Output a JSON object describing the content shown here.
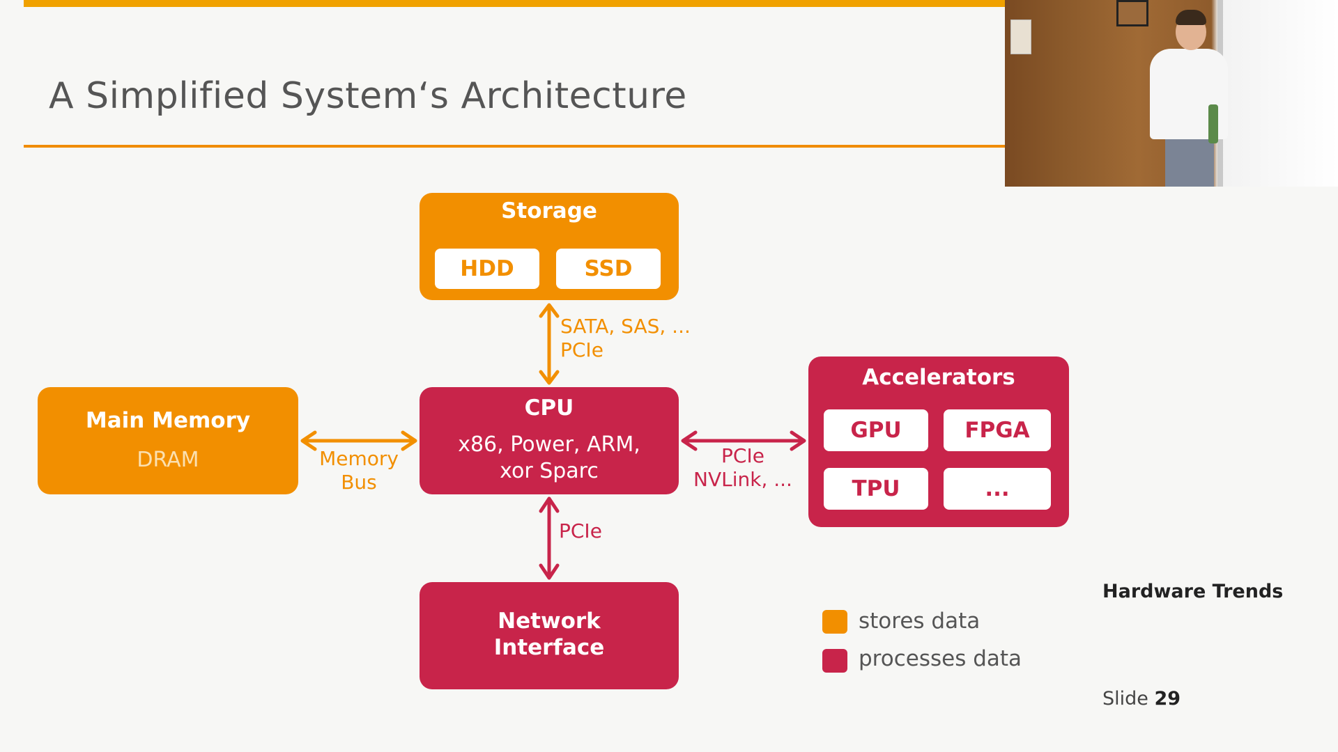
{
  "slide": {
    "title": "A Simplified System‘s Architecture",
    "side_title": "Hardware Trends",
    "slide_label": "Slide",
    "slide_number": "29"
  },
  "colors": {
    "stores": "#f28f00",
    "processes": "#c8244a",
    "accent_bar": "#f0a100"
  },
  "diagram": {
    "storage": {
      "title": "Storage",
      "chips": [
        "HDD",
        "SSD"
      ]
    },
    "main_memory": {
      "title": "Main Memory",
      "subtitle": "DRAM"
    },
    "cpu": {
      "title": "CPU",
      "line1": "x86, Power, ARM,",
      "line2": "xor Sparc"
    },
    "accelerators": {
      "title": "Accelerators",
      "chips": [
        "GPU",
        "FPGA",
        "TPU",
        "..."
      ]
    },
    "network": {
      "line1": "Network",
      "line2": "Interface"
    },
    "links": {
      "storage_cpu": [
        "SATA, SAS, ...",
        "PCIe"
      ],
      "memory_cpu": [
        "Memory",
        "Bus"
      ],
      "cpu_accel": [
        "PCIe",
        "NVLink, ..."
      ],
      "cpu_network": [
        "PCIe"
      ]
    }
  },
  "legend": {
    "stores": "stores data",
    "processes": "processes data"
  }
}
